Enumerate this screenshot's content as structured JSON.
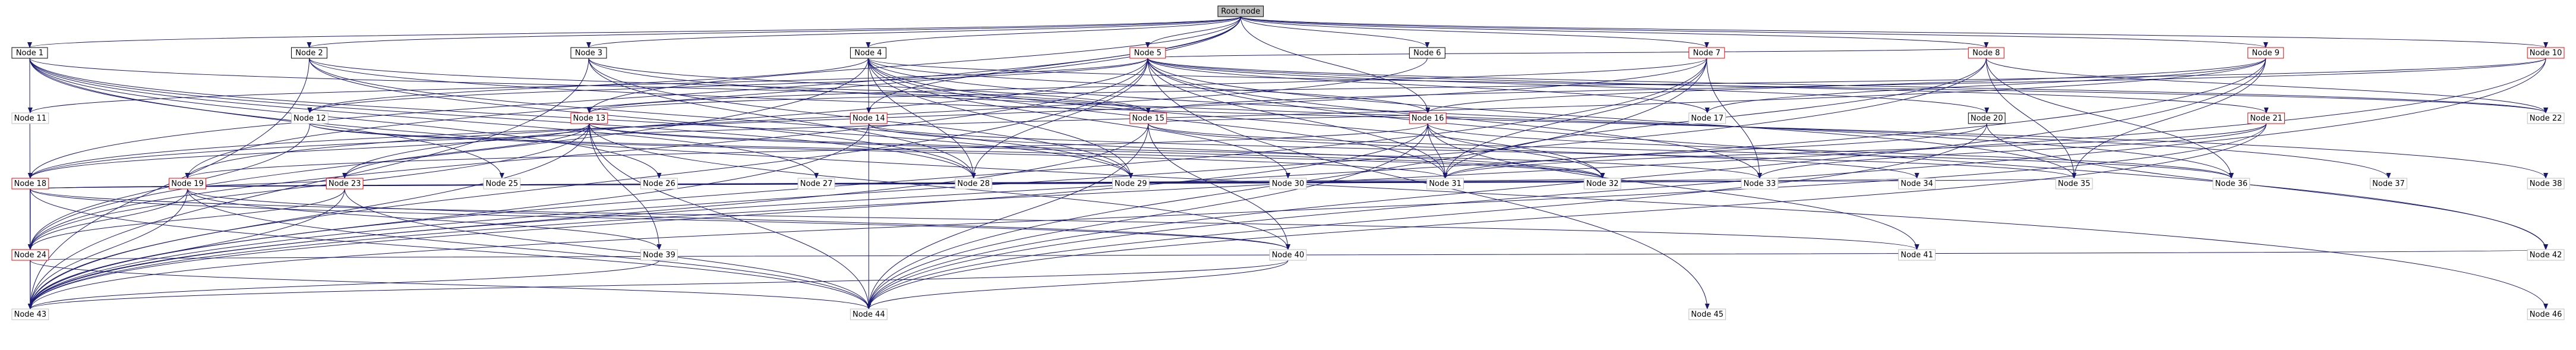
{
  "diagram": {
    "root_node": {
      "id": "root",
      "label": "Root node"
    },
    "nodes": [
      {
        "id": "n1",
        "label": "Node 1",
        "style": "plain"
      },
      {
        "id": "n2",
        "label": "Node 2",
        "style": "plain"
      },
      {
        "id": "n3",
        "label": "Node 3",
        "style": "plain"
      },
      {
        "id": "n4",
        "label": "Node 4",
        "style": "plain"
      },
      {
        "id": "n5",
        "label": "Node 5",
        "style": "red"
      },
      {
        "id": "n6",
        "label": "Node 6",
        "style": "plain"
      },
      {
        "id": "n7",
        "label": "Node 7",
        "style": "red"
      },
      {
        "id": "n8",
        "label": "Node 8",
        "style": "red"
      },
      {
        "id": "n9",
        "label": "Node 9",
        "style": "red"
      },
      {
        "id": "n10",
        "label": "Node 10",
        "style": "red"
      },
      {
        "id": "n11",
        "label": "Node 11",
        "style": "grey"
      },
      {
        "id": "n12",
        "label": "Node 12",
        "style": "grey"
      },
      {
        "id": "n13",
        "label": "Node 13",
        "style": "red"
      },
      {
        "id": "n14",
        "label": "Node 14",
        "style": "red"
      },
      {
        "id": "n15",
        "label": "Node 15",
        "style": "red"
      },
      {
        "id": "n16",
        "label": "Node 16",
        "style": "red"
      },
      {
        "id": "n17",
        "label": "Node 17",
        "style": "grey"
      },
      {
        "id": "n18",
        "label": "Node 18",
        "style": "red"
      },
      {
        "id": "n19",
        "label": "Node 19",
        "style": "red"
      },
      {
        "id": "n20",
        "label": "Node 20",
        "style": "plain"
      },
      {
        "id": "n21",
        "label": "Node 21",
        "style": "red"
      },
      {
        "id": "n22",
        "label": "Node 22",
        "style": "grey"
      },
      {
        "id": "n23",
        "label": "Node 23",
        "style": "red"
      },
      {
        "id": "n24",
        "label": "Node 24",
        "style": "red"
      },
      {
        "id": "n25",
        "label": "Node 25",
        "style": "grey"
      },
      {
        "id": "n26",
        "label": "Node 26",
        "style": "grey"
      },
      {
        "id": "n27",
        "label": "Node 27",
        "style": "grey"
      },
      {
        "id": "n28",
        "label": "Node 28",
        "style": "grey"
      },
      {
        "id": "n29",
        "label": "Node 29",
        "style": "grey"
      },
      {
        "id": "n30",
        "label": "Node 30",
        "style": "grey"
      },
      {
        "id": "n31",
        "label": "Node 31",
        "style": "grey"
      },
      {
        "id": "n32",
        "label": "Node 32",
        "style": "grey"
      },
      {
        "id": "n33",
        "label": "Node 33",
        "style": "grey"
      },
      {
        "id": "n34",
        "label": "Node 34",
        "style": "grey"
      },
      {
        "id": "n35",
        "label": "Node 35",
        "style": "grey"
      },
      {
        "id": "n36",
        "label": "Node 36",
        "style": "grey"
      },
      {
        "id": "n37",
        "label": "Node 37",
        "style": "grey"
      },
      {
        "id": "n38",
        "label": "Node 38",
        "style": "grey"
      },
      {
        "id": "n39",
        "label": "Node 39",
        "style": "grey"
      },
      {
        "id": "n40",
        "label": "Node 40",
        "style": "grey"
      },
      {
        "id": "n41",
        "label": "Node 41",
        "style": "grey"
      },
      {
        "id": "n42",
        "label": "Node 42",
        "style": "grey"
      },
      {
        "id": "n43",
        "label": "Node 43",
        "style": "grey"
      },
      {
        "id": "n44",
        "label": "Node 44",
        "style": "grey"
      },
      {
        "id": "n45",
        "label": "Node 45",
        "style": "grey"
      },
      {
        "id": "n46",
        "label": "Node 46",
        "style": "grey"
      }
    ],
    "edges": [
      [
        "root",
        "n1"
      ],
      [
        "root",
        "n2"
      ],
      [
        "root",
        "n3"
      ],
      [
        "root",
        "n4"
      ],
      [
        "root",
        "n5"
      ],
      [
        "root",
        "n6"
      ],
      [
        "root",
        "n7"
      ],
      [
        "root",
        "n8"
      ],
      [
        "root",
        "n9"
      ],
      [
        "root",
        "n10"
      ],
      [
        "root",
        "n13"
      ],
      [
        "root",
        "n14"
      ],
      [
        "root",
        "n16"
      ],
      [
        "root",
        "n18"
      ],
      [
        "root",
        "n19"
      ],
      [
        "n1",
        "n15"
      ],
      [
        "n1",
        "n25"
      ],
      [
        "n1",
        "n26"
      ],
      [
        "n1",
        "n27"
      ],
      [
        "n1",
        "n28"
      ],
      [
        "n1",
        "n29"
      ],
      [
        "n1",
        "n43"
      ],
      [
        "n1",
        "n46"
      ],
      [
        "n2",
        "n15"
      ],
      [
        "n2",
        "n28"
      ],
      [
        "n2",
        "n29"
      ],
      [
        "n2",
        "n38"
      ],
      [
        "n2",
        "n43"
      ],
      [
        "n3",
        "n15"
      ],
      [
        "n3",
        "n28"
      ],
      [
        "n3",
        "n29"
      ],
      [
        "n3",
        "n37"
      ],
      [
        "n3",
        "n43"
      ],
      [
        "n4",
        "n16"
      ],
      [
        "n4",
        "n22"
      ],
      [
        "n4",
        "n28"
      ],
      [
        "n4",
        "n29"
      ],
      [
        "n4",
        "n30"
      ],
      [
        "n4",
        "n31"
      ],
      [
        "n4",
        "n32"
      ],
      [
        "n4",
        "n36"
      ],
      [
        "n4",
        "n12"
      ],
      [
        "n4",
        "n14"
      ],
      [
        "n4",
        "n24"
      ],
      [
        "n5",
        "n8"
      ],
      [
        "n5",
        "n11"
      ],
      [
        "n5",
        "n12"
      ],
      [
        "n5",
        "n17"
      ],
      [
        "n5",
        "n20"
      ],
      [
        "n5",
        "n21"
      ],
      [
        "n5",
        "n22"
      ],
      [
        "n5",
        "n23"
      ],
      [
        "n5",
        "n28"
      ],
      [
        "n5",
        "n31"
      ],
      [
        "n5",
        "n33"
      ],
      [
        "n5",
        "n35"
      ],
      [
        "n5",
        "n42"
      ],
      [
        "n5",
        "n43"
      ],
      [
        "n5",
        "n45"
      ],
      [
        "n5",
        "n24"
      ],
      [
        "n6",
        "n19"
      ],
      [
        "n7",
        "n13"
      ],
      [
        "n7",
        "n18"
      ],
      [
        "n7",
        "n31"
      ],
      [
        "n7",
        "n33"
      ],
      [
        "n7",
        "n43"
      ],
      [
        "n7",
        "n44"
      ],
      [
        "n8",
        "n22"
      ],
      [
        "n8",
        "n31"
      ],
      [
        "n8",
        "n35"
      ],
      [
        "n8",
        "n36"
      ],
      [
        "n8",
        "n43"
      ],
      [
        "n9",
        "n16"
      ],
      [
        "n9",
        "n17"
      ],
      [
        "n9",
        "n18"
      ],
      [
        "n9",
        "n35"
      ],
      [
        "n9",
        "n43"
      ],
      [
        "n9",
        "n44"
      ],
      [
        "n10",
        "n13"
      ],
      [
        "n10",
        "n15"
      ],
      [
        "n10",
        "n43"
      ],
      [
        "n10",
        "n44"
      ],
      [
        "n12",
        "n24"
      ],
      [
        "n12",
        "n31"
      ],
      [
        "n12",
        "n32"
      ],
      [
        "n13",
        "n18"
      ],
      [
        "n13",
        "n23"
      ],
      [
        "n13",
        "n24"
      ],
      [
        "n13",
        "n32"
      ],
      [
        "n13",
        "n33"
      ],
      [
        "n13",
        "n39"
      ],
      [
        "n13",
        "n40"
      ],
      [
        "n13",
        "n43"
      ],
      [
        "n13",
        "n44"
      ],
      [
        "n14",
        "n32"
      ],
      [
        "n14",
        "n35"
      ],
      [
        "n14",
        "n43"
      ],
      [
        "n14",
        "n44"
      ],
      [
        "n15",
        "n16"
      ],
      [
        "n15",
        "n34"
      ],
      [
        "n15",
        "n36"
      ],
      [
        "n15",
        "n40"
      ],
      [
        "n15",
        "n43"
      ],
      [
        "n15",
        "n44"
      ],
      [
        "n16",
        "n19"
      ],
      [
        "n16",
        "n31"
      ],
      [
        "n16",
        "n32"
      ],
      [
        "n16",
        "n36"
      ],
      [
        "n16",
        "n41"
      ],
      [
        "n16",
        "n43"
      ],
      [
        "n16",
        "n44"
      ],
      [
        "n18",
        "n24"
      ],
      [
        "n18",
        "n31"
      ],
      [
        "n18",
        "n32"
      ],
      [
        "n18",
        "n33"
      ],
      [
        "n18",
        "n34"
      ],
      [
        "n18",
        "n35"
      ],
      [
        "n18",
        "n40"
      ],
      [
        "n18",
        "n41"
      ],
      [
        "n18",
        "n43"
      ],
      [
        "n18",
        "n44"
      ],
      [
        "n19",
        "n23"
      ],
      [
        "n19",
        "n24"
      ],
      [
        "n19",
        "n39"
      ],
      [
        "n19",
        "n40"
      ],
      [
        "n19",
        "n43"
      ],
      [
        "n19",
        "n44"
      ],
      [
        "n20",
        "n31"
      ],
      [
        "n20",
        "n42"
      ],
      [
        "n20",
        "n44"
      ],
      [
        "n21",
        "n31"
      ],
      [
        "n21",
        "n33"
      ],
      [
        "n21",
        "n43"
      ],
      [
        "n21",
        "n44"
      ],
      [
        "n23",
        "n24"
      ],
      [
        "n23",
        "n43"
      ],
      [
        "n23",
        "n44"
      ],
      [
        "n24",
        "n42"
      ],
      [
        "n24",
        "n43"
      ],
      [
        "n24",
        "n44"
      ],
      [
        "n39",
        "n43"
      ],
      [
        "n40",
        "n43"
      ],
      [
        "n40",
        "n44"
      ]
    ]
  }
}
